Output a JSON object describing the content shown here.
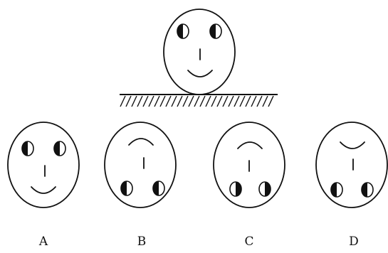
{
  "options": {
    "a": {
      "label": "A"
    },
    "b": {
      "label": "B"
    },
    "c": {
      "label": "C"
    },
    "d": {
      "label": "D"
    }
  }
}
